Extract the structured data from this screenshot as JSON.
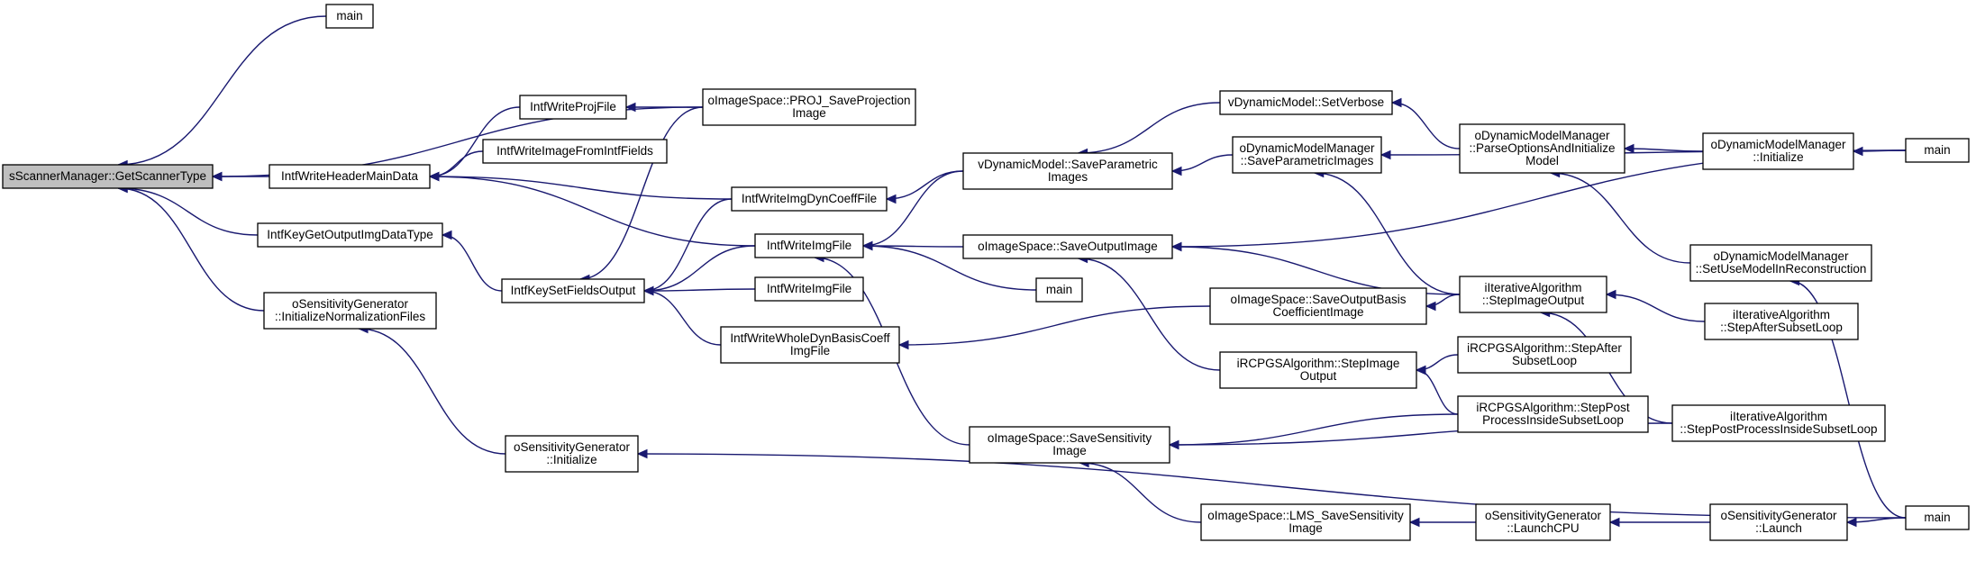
{
  "graph": {
    "nodes": [
      {
        "id": "n0",
        "lines": [
          "sScannerManager::GetScannerType"
        ],
        "focus": true
      },
      {
        "id": "n1",
        "lines": [
          "main"
        ]
      },
      {
        "id": "n2",
        "lines": [
          "IntfWriteHeaderMainData"
        ]
      },
      {
        "id": "n3",
        "lines": [
          "IntfKeyGetOutputImgDataType"
        ]
      },
      {
        "id": "n4",
        "lines": [
          "oSensitivityGenerator",
          "::InitializeNormalizationFiles"
        ]
      },
      {
        "id": "n5",
        "lines": [
          "IntfWriteProjFile"
        ]
      },
      {
        "id": "n6",
        "lines": [
          "IntfWriteImageFromIntfFields"
        ]
      },
      {
        "id": "n7",
        "lines": [
          "IntfKeySetFieldsOutput"
        ]
      },
      {
        "id": "n8",
        "lines": [
          "oSensitivityGenerator",
          "::Initialize"
        ]
      },
      {
        "id": "n9",
        "lines": [
          "oImageSpace::PROJ_SaveProjection",
          "Image"
        ]
      },
      {
        "id": "n10",
        "lines": [
          "IntfWriteImgDynCoeffFile"
        ]
      },
      {
        "id": "n11",
        "lines": [
          "IntfWriteImgFile"
        ]
      },
      {
        "id": "n12",
        "lines": [
          "IntfWriteImgFile"
        ]
      },
      {
        "id": "n13",
        "lines": [
          "IntfWriteWholeDynBasisCoeff",
          "ImgFile"
        ]
      },
      {
        "id": "n14",
        "lines": [
          "main"
        ]
      },
      {
        "id": "n15",
        "lines": [
          "vDynamicModel::SaveParametric",
          "Images"
        ]
      },
      {
        "id": "n16",
        "lines": [
          "oImageSpace::SaveOutputImage"
        ]
      },
      {
        "id": "n17",
        "lines": [
          "oImageSpace::SaveSensitivity",
          "Image"
        ]
      },
      {
        "id": "n18",
        "lines": [
          "vDynamicModel::SetVerbose"
        ]
      },
      {
        "id": "n19",
        "lines": [
          "oDynamicModelManager",
          "::SaveParametricImages"
        ]
      },
      {
        "id": "n20",
        "lines": [
          "oImageSpace::SaveOutputBasis",
          "CoefficientImage"
        ]
      },
      {
        "id": "n21",
        "lines": [
          "iRCPGSAlgorithm::StepImage",
          "Output"
        ]
      },
      {
        "id": "n22",
        "lines": [
          "oImageSpace::LMS_SaveSensitivity",
          "Image"
        ]
      },
      {
        "id": "n23",
        "lines": [
          "oDynamicModelManager",
          "::ParseOptionsAndInitialize",
          "Model"
        ]
      },
      {
        "id": "n24",
        "lines": [
          "iIterativeAlgorithm",
          "::StepImageOutput"
        ]
      },
      {
        "id": "n25",
        "lines": [
          "iRCPGSAlgorithm::StepAfter",
          "SubsetLoop"
        ]
      },
      {
        "id": "n26",
        "lines": [
          "iRCPGSAlgorithm::StepPost",
          "ProcessInsideSubsetLoop"
        ]
      },
      {
        "id": "n27",
        "lines": [
          "oSensitivityGenerator",
          "::LaunchCPU"
        ]
      },
      {
        "id": "n28",
        "lines": [
          "oDynamicModelManager",
          "::Initialize"
        ]
      },
      {
        "id": "n29",
        "lines": [
          "oDynamicModelManager",
          "::SetUseModelInReconstruction"
        ]
      },
      {
        "id": "n30",
        "lines": [
          "iIterativeAlgorithm",
          "::StepAfterSubsetLoop"
        ]
      },
      {
        "id": "n31",
        "lines": [
          "iIterativeAlgorithm",
          "::StepPostProcessInsideSubsetLoop"
        ]
      },
      {
        "id": "n32",
        "lines": [
          "oSensitivityGenerator",
          "::Launch"
        ]
      },
      {
        "id": "n33",
        "lines": [
          "main"
        ]
      },
      {
        "id": "n34",
        "lines": [
          "main"
        ]
      }
    ],
    "edges": [
      {
        "from": "n1",
        "to": "n0"
      },
      {
        "from": "n9",
        "to": "n0"
      },
      {
        "from": "n2",
        "to": "n0"
      },
      {
        "from": "n3",
        "to": "n0"
      },
      {
        "from": "n4",
        "to": "n0"
      },
      {
        "from": "n5",
        "to": "n2"
      },
      {
        "from": "n6",
        "to": "n2"
      },
      {
        "from": "n10",
        "to": "n2"
      },
      {
        "from": "n11",
        "to": "n2"
      },
      {
        "from": "n9",
        "to": "n5"
      },
      {
        "from": "n7",
        "to": "n3"
      },
      {
        "from": "n8",
        "to": "n4"
      },
      {
        "from": "n34",
        "to": "n8"
      },
      {
        "from": "n9",
        "to": "n7"
      },
      {
        "from": "n10",
        "to": "n7"
      },
      {
        "from": "n11",
        "to": "n7"
      },
      {
        "from": "n12",
        "to": "n7"
      },
      {
        "from": "n13",
        "to": "n7"
      },
      {
        "from": "n15",
        "to": "n10"
      },
      {
        "from": "n15",
        "to": "n11"
      },
      {
        "from": "n16",
        "to": "n11"
      },
      {
        "from": "n14",
        "to": "n11"
      },
      {
        "from": "n17",
        "to": "n11"
      },
      {
        "from": "n20",
        "to": "n13"
      },
      {
        "from": "n18",
        "to": "n15"
      },
      {
        "from": "n19",
        "to": "n15"
      },
      {
        "from": "n24",
        "to": "n16"
      },
      {
        "from": "n21",
        "to": "n16"
      },
      {
        "from": "n33",
        "to": "n16"
      },
      {
        "from": "n26",
        "to": "n17"
      },
      {
        "from": "n31",
        "to": "n17"
      },
      {
        "from": "n22",
        "to": "n17"
      },
      {
        "from": "n23",
        "to": "n18"
      },
      {
        "from": "n33",
        "to": "n19"
      },
      {
        "from": "n24",
        "to": "n19"
      },
      {
        "from": "n24",
        "to": "n20"
      },
      {
        "from": "n25",
        "to": "n21"
      },
      {
        "from": "n26",
        "to": "n21"
      },
      {
        "from": "n27",
        "to": "n22"
      },
      {
        "from": "n28",
        "to": "n23"
      },
      {
        "from": "n29",
        "to": "n23"
      },
      {
        "from": "n30",
        "to": "n24"
      },
      {
        "from": "n31",
        "to": "n24"
      },
      {
        "from": "n32",
        "to": "n27"
      },
      {
        "from": "n33",
        "to": "n28"
      },
      {
        "from": "n34",
        "to": "n29"
      },
      {
        "from": "n34",
        "to": "n32"
      }
    ]
  }
}
